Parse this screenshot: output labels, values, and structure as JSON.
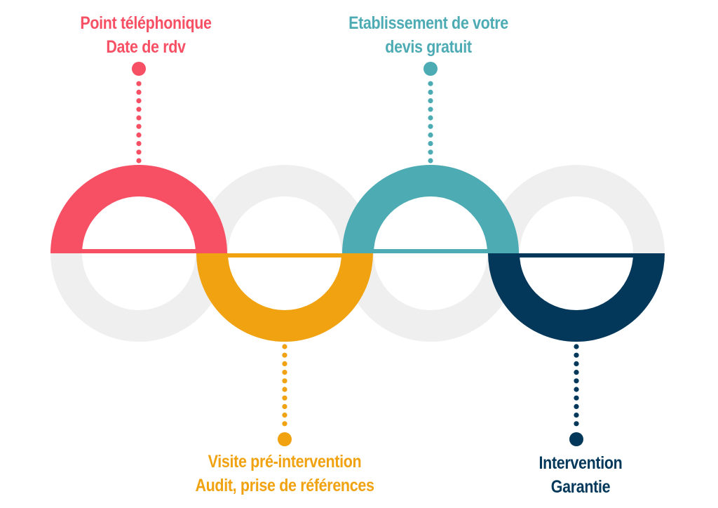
{
  "colors": {
    "inactive": "#efefef",
    "step1": "#f75065",
    "step2": "#f0a211",
    "step3": "#4dabb4",
    "step4": "#04385a"
  },
  "steps": [
    {
      "id": "step1",
      "position": "top",
      "color_key": "step1",
      "lines": [
        "Point téléphonique",
        "Date de rdv"
      ]
    },
    {
      "id": "step2",
      "position": "bottom",
      "color_key": "step2",
      "lines": [
        "Visite pré-intervention",
        "Audit, prise de références"
      ]
    },
    {
      "id": "step3",
      "position": "top",
      "color_key": "step3",
      "lines": [
        "Etablissement de votre",
        "devis gratuit"
      ]
    },
    {
      "id": "step4",
      "position": "bottom",
      "color_key": "step4",
      "lines": [
        "Intervention",
        "Garantie"
      ]
    }
  ]
}
